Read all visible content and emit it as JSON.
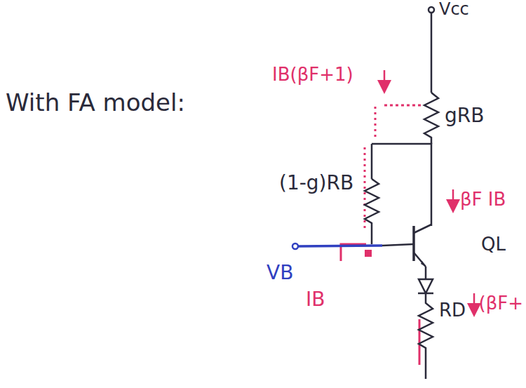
{
  "diagram": {
    "labels": [
      "With FA model:",
      "Vcc",
      "IB(βF+1)",
      "gRB",
      "(1-g)RB",
      "βF IB",
      "QL",
      "VB",
      "IB",
      "RD",
      "(βF+"
    ]
  }
}
